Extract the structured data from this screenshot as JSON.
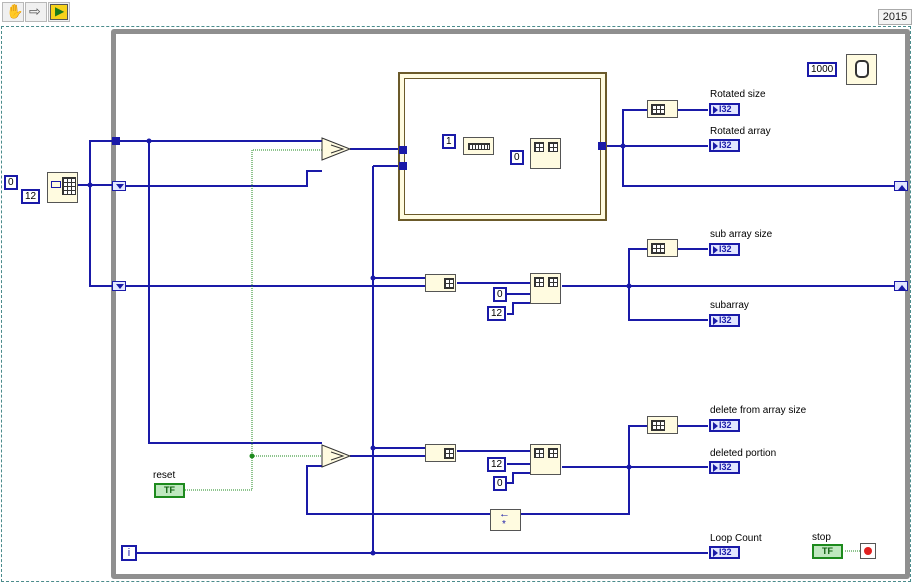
{
  "toolbar": {
    "items": [
      {
        "name": "probe-hand-icon",
        "glyph": "✋"
      },
      {
        "name": "step-arrow-icon",
        "glyph": "⇨"
      },
      {
        "name": "labview-run-icon",
        "glyph": "▶"
      }
    ],
    "version": "2015"
  },
  "constants": {
    "outer_zero": "0",
    "outer_twelve": "12",
    "rotate_one": "1",
    "rotate_zero": "0",
    "subarray_zero": "0",
    "subarray_twelve": "12",
    "delete_twelve": "12",
    "delete_zero": "0",
    "wait_ms": "1000"
  },
  "indicators": {
    "rotated_size": "Rotated size",
    "rotated_array": "Rotated array",
    "sub_array_size": "sub array size",
    "subarray": "subarray",
    "delete_from_array_size": "delete from array size",
    "deleted_portion": "deleted portion",
    "loop_count": "Loop Count",
    "type_tag": "I32"
  },
  "controls": {
    "reset": "reset",
    "stop": "stop",
    "bool_tag": "TF"
  },
  "loop": {
    "iteration_terminal": "i"
  },
  "colors": {
    "wire_blue": "#1a1aa8",
    "bool_green": "#1d8a1d",
    "loop_gray": "#8f8f8f",
    "node_yellow": "#fffbe0"
  }
}
